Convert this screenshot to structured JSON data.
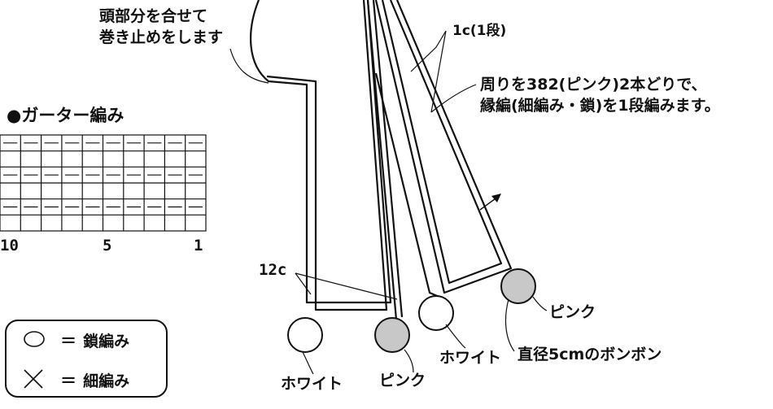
{
  "labels": {
    "head_line1": "頭部分を合せて",
    "head_line2": "巻き止めをします",
    "one_row": "1c(1段)",
    "edge_line1": "周りを382(ピンク)2本どりで、",
    "edge_line2": "縁編(細編み・鎖)を1段編みます。",
    "garter_title": "●ガーター編み",
    "axis_10": "10",
    "axis_5": "5",
    "axis_1": "1",
    "twelve_c": "12c",
    "pink_right": "ピンク",
    "white_mid": "ホワイト",
    "pompom": "直径5cmのボンボン",
    "white_left": "ホワイト",
    "pink_left": "ピンク"
  },
  "legend": {
    "chain_label": "鎖編み",
    "sc_label": "細編み",
    "equals": "="
  },
  "colors": {
    "ink": "#111111",
    "pompom_pink": "#c8c8c8",
    "pompom_white": "#ffffff"
  }
}
